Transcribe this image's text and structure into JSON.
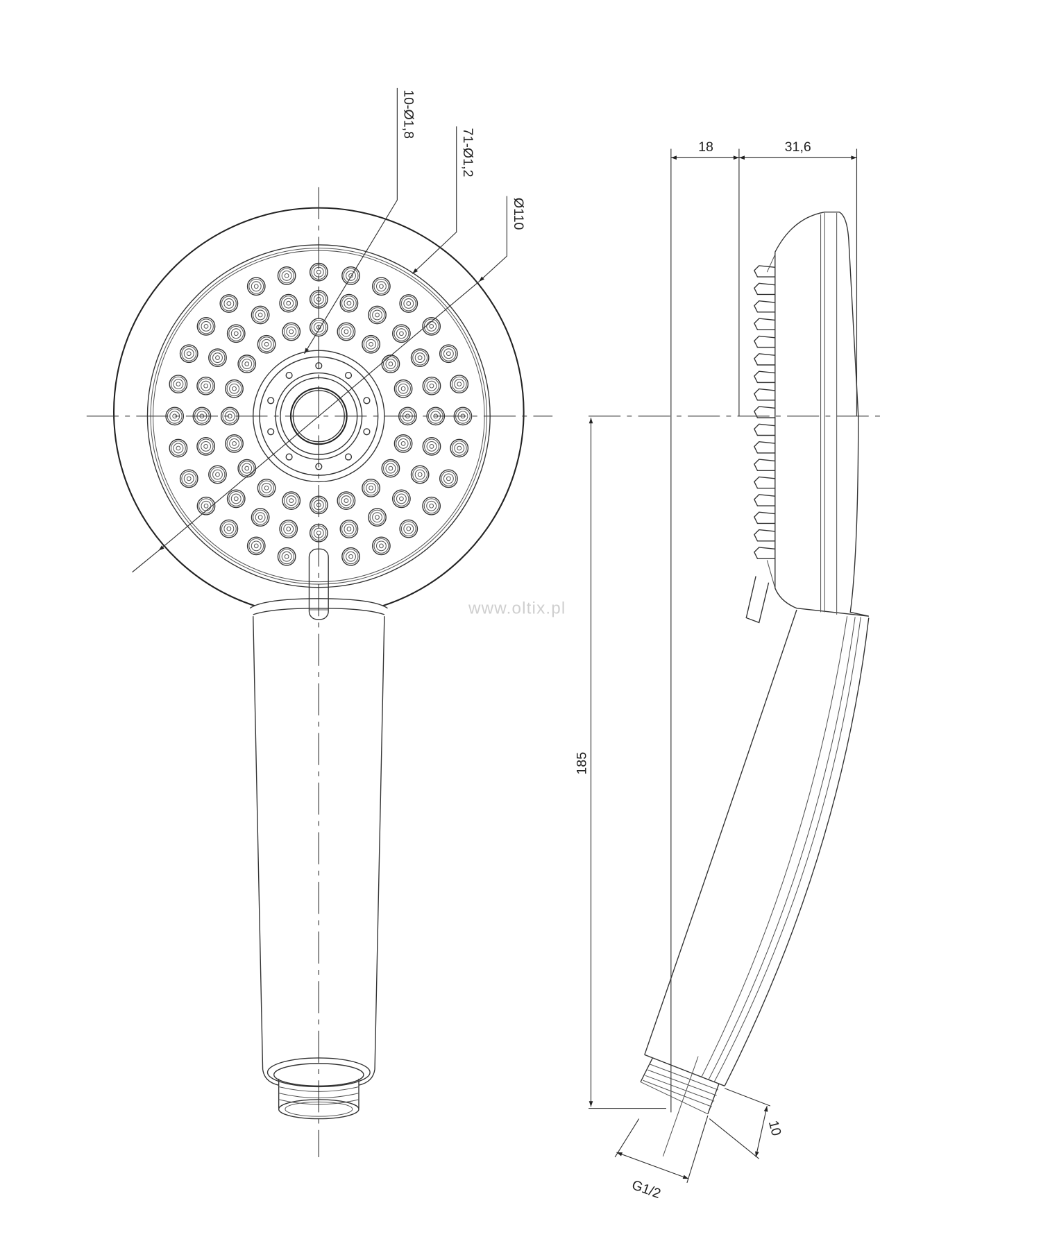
{
  "front_view": {
    "callouts": {
      "small_holes": "10-Ø1,8",
      "nozzles": "71-Ø1,2",
      "diameter": "Ø110"
    },
    "nozzle_rings": [
      20,
      24,
      28
    ],
    "hub_holes": 10
  },
  "side_view": {
    "dim_depth_front": "18",
    "dim_depth_back": "31,6",
    "dim_height": "185",
    "dim_thread": "G1/2",
    "dim_thread_length": "10"
  },
  "watermark": "www.oltix.pl"
}
